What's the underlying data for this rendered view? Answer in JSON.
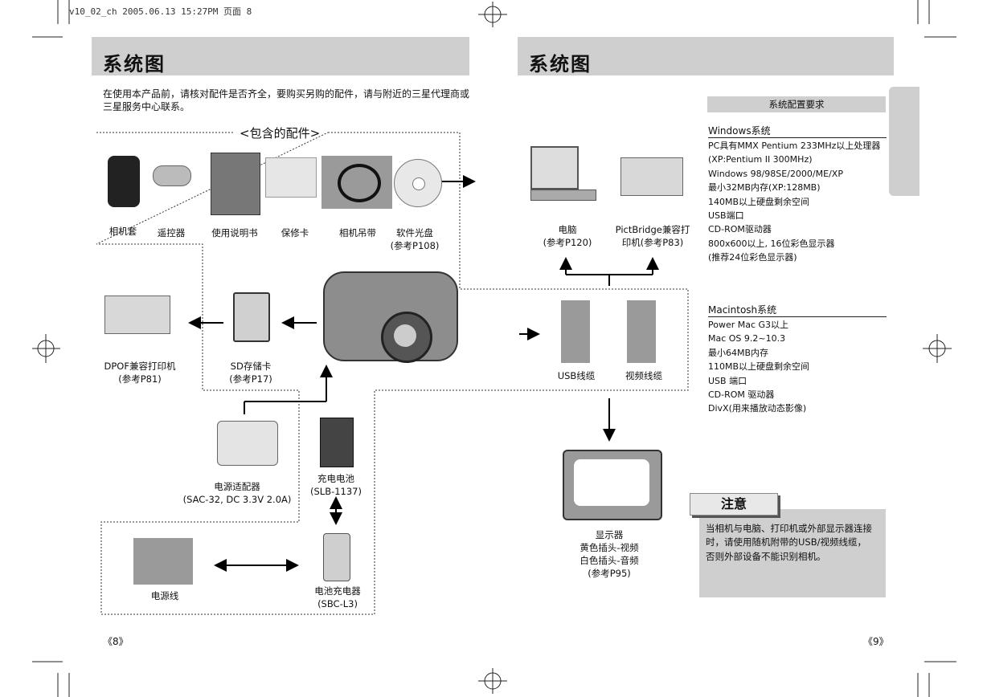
{
  "header": {
    "print_info": "v10_02_ch  2005.06.13  15:27PM  页面 8"
  },
  "left": {
    "title": "系统图",
    "intro_line1": "在使用本产品前，请核对配件是否齐全，要购买另购的配件，请与附近的三星代理商或",
    "intro_line2": "三星服务中心联系。",
    "included_label": "<包含的配件>",
    "items": {
      "case": "相机套",
      "remote": "遥控器",
      "manual": "使用说明书",
      "warranty": "保修卡",
      "strap": "相机吊带",
      "software": "软件光盘",
      "software_ref": "(参考P108)",
      "dpof_printer": "DPOF兼容打印机",
      "dpof_ref": "(参考P81)",
      "sd_card": "SD存储卡",
      "sd_ref": "(参考P17)",
      "adapter": "电源适配器",
      "adapter_spec": "(SAC-32, DC 3.3V 2.0A)",
      "battery": "充电电池",
      "battery_model": "(SLB-1137)",
      "power_cord": "电源线",
      "charger": "电池充电器",
      "charger_model": "(SBC-L3)"
    },
    "page_number": "《8》"
  },
  "right": {
    "title": "系统图",
    "pc": "电脑",
    "pc_ref": "(参考P120)",
    "pictbridge_line1": "PictBridge兼容打",
    "pictbridge_line2": "印机(参考P83)",
    "usb_cable": "USB线缆",
    "video_cable": "视频线缆",
    "monitor": "显示器",
    "monitor_line2": "黄色插头-视频",
    "monitor_line3": "白色插头-音频",
    "monitor_ref": "(参考P95)",
    "sysreq_title": "系统配置要求",
    "windows_title": "Windows系统",
    "windows_specs": [
      "PC具有MMX Pentium 233MHz以上处理器",
      "(XP:Pentium II 300MHz)",
      "Windows 98/98SE/2000/ME/XP",
      "最小32MB内存(XP:128MB)",
      "140MB以上硬盘剩余空间",
      "USB端口",
      "CD-ROM驱动器",
      "800x600以上, 16位彩色显示器",
      "(推荐24位彩色显示器)"
    ],
    "mac_title": "Macintosh系统",
    "mac_specs": [
      "Power Mac G3以上",
      "Mac OS 9.2~10.3",
      "最小64MB内存",
      "110MB以上硬盘剩余空间",
      "USB 端口",
      "CD-ROM 驱动器",
      "DivX(用来播放动态影像)"
    ],
    "note_title": "注意",
    "note_lines": [
      "当相机与电脑、打印机或外部显示器连接",
      "时，请使用随机附带的USB/视频线缆，",
      "否则外部设备不能识别相机。"
    ],
    "page_number": "《9》"
  }
}
